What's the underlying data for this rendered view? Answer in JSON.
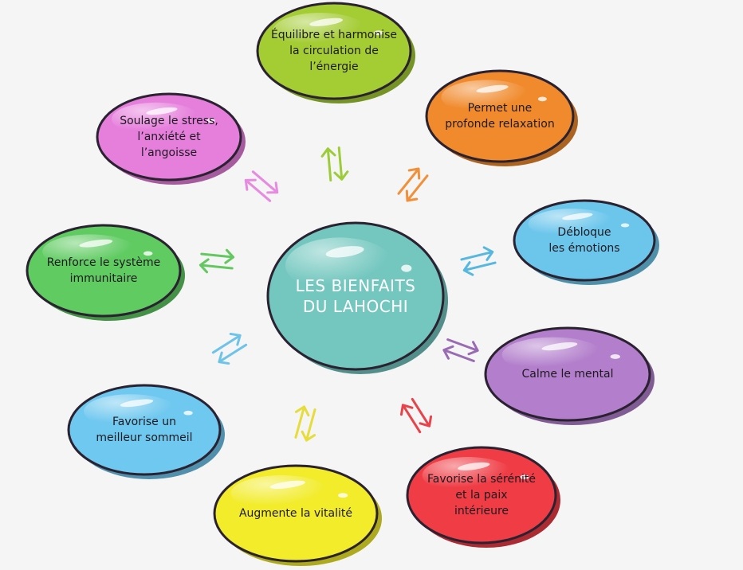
{
  "center": {
    "text": "LES BIENFAITS\nDU LAHOCHI",
    "color": "#73c7bf"
  },
  "nodes": [
    {
      "id": "energy",
      "text": "Équilibre et harmonise\nla circulation de\nl’énergie",
      "color": "#a4cc33",
      "arrow_color": "#9ccc38"
    },
    {
      "id": "relaxation",
      "text": "Permet une\nprofonde relaxation",
      "color": "#f08a2c",
      "arrow_color": "#f2903a"
    },
    {
      "id": "emotions",
      "text": "Débloque\nles émotions",
      "color": "#6cc6ec",
      "arrow_color": "#57b8df"
    },
    {
      "id": "mental",
      "text": "Calme le mental",
      "color": "#b37fcc",
      "arrow_color": "#9a6bb5"
    },
    {
      "id": "serenity",
      "text": "Favorise la sérénité\net la paix\nintérieure",
      "color": "#ef3c45",
      "arrow_color": "#e8434b"
    },
    {
      "id": "vitality",
      "text": "Augmente la vitalité",
      "color": "#f2ec2a",
      "arrow_color": "#e6dc3a"
    },
    {
      "id": "sleep",
      "text": "Favorise un\nmeilleur sommeil",
      "color": "#6fc8ef",
      "arrow_color": "#6ec3e8"
    },
    {
      "id": "immunity",
      "text": "Renforce le système\nimmunitaire",
      "color": "#5fcb61",
      "arrow_color": "#63c85f"
    },
    {
      "id": "stress",
      "text": "Soulage le stress,\nl’anxiété et\nl’angoisse",
      "color": "#e67fdc",
      "arrow_color": "#e68be0"
    }
  ]
}
